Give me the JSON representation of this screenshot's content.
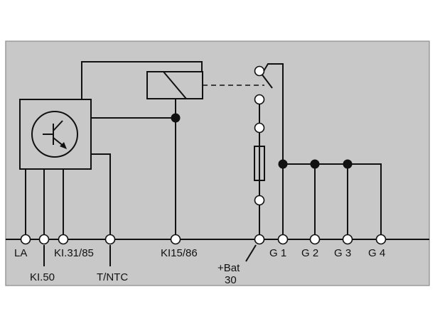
{
  "colors": {
    "panel": "#c8c8c8",
    "panel_border": "#9a9a9a",
    "wire": "#111111",
    "component_fill": "#ffffff"
  },
  "terminals": {
    "la": "LA",
    "kl50": "KI.50",
    "kl31_85": "KI.31/85",
    "t_ntc": "T/NTC",
    "kl15_86": "KI15/86",
    "bat_line1": "+Bat",
    "bat_line2": "30",
    "g1": "G 1",
    "g2": "G 2",
    "g3": "G 3",
    "g4": "G 4"
  },
  "icons": {
    "control_unit": "transistor-icon",
    "relay": "relay-coil-icon",
    "fuse": "fuse-icon",
    "switch": "relay-switch-icon"
  }
}
